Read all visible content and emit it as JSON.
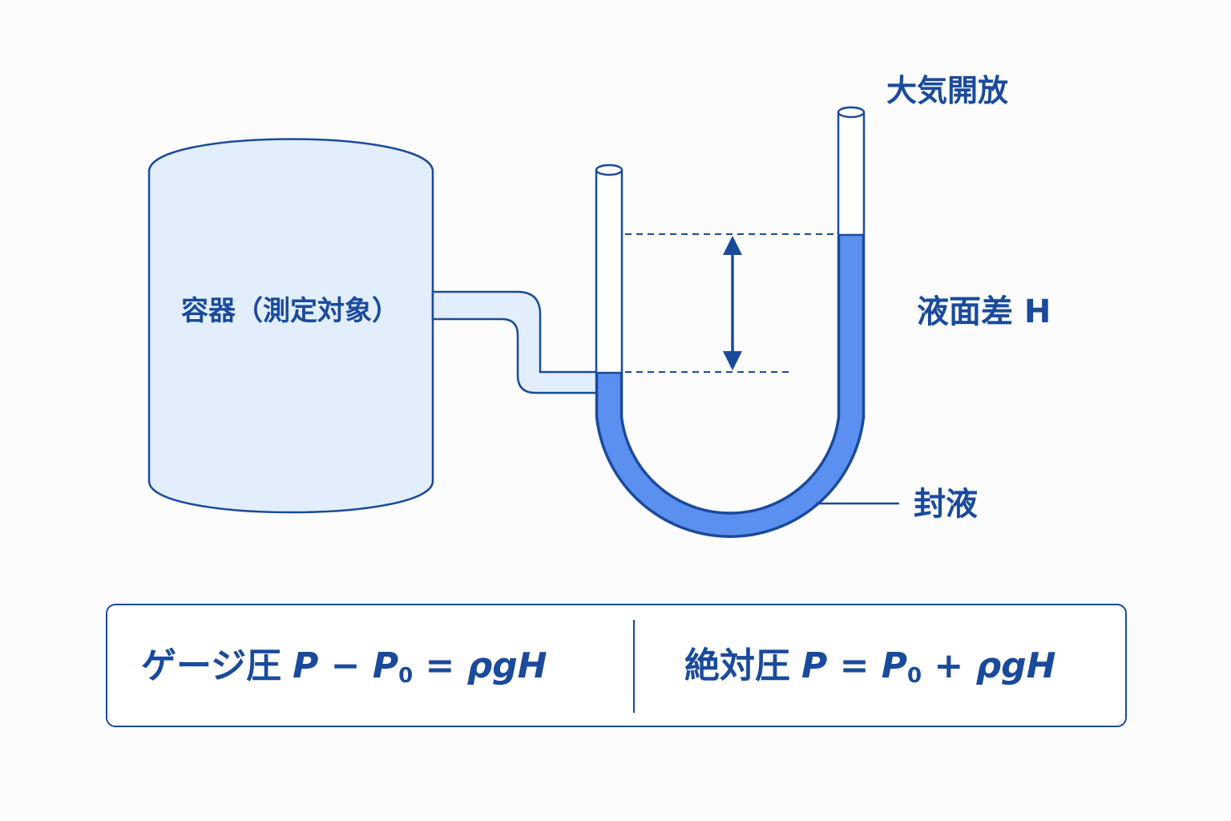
{
  "labels": {
    "vessel": "容器（測定対象）",
    "open_to_atmosphere": "大気開放",
    "level_difference": "液面差 H",
    "sealing_liquid": "封液"
  },
  "formulas": {
    "gauge_label": "ゲージ圧",
    "gauge_expr_p": "P",
    "gauge_expr_minus": " − ",
    "gauge_expr_p0": "P",
    "gauge_expr_sub": "0",
    "gauge_expr_rest": " = ρgH",
    "absolute_label": "絶対圧",
    "absolute_expr_p": "P = ",
    "absolute_expr_p0": "P",
    "absolute_expr_sub": "0",
    "absolute_expr_rest": " + ρgH"
  },
  "colors": {
    "stroke": "#1a4a9c",
    "vessel_fill": "#e2eefb",
    "liquid_fill": "#5b8ff0",
    "background": "#fcfcfd"
  }
}
